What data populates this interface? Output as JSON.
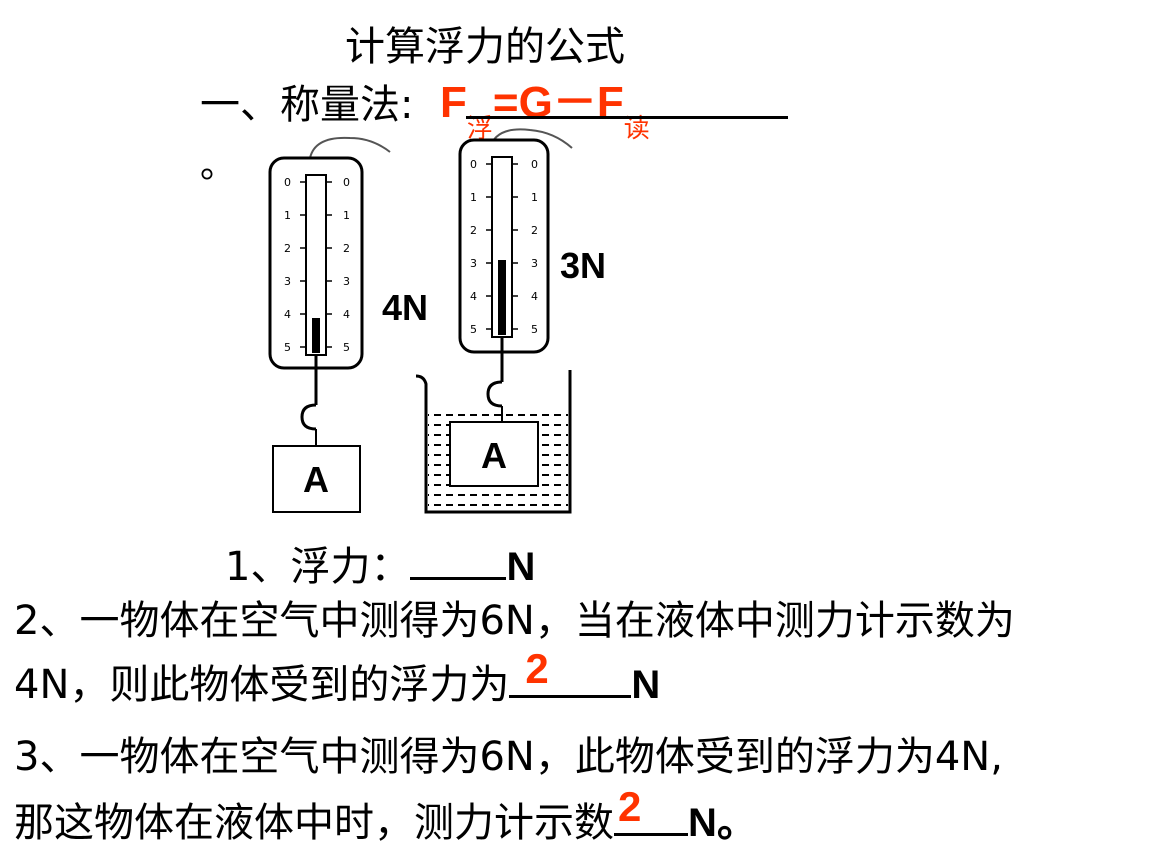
{
  "title": "计算浮力的公式",
  "method": {
    "label": "一、称量法:",
    "formula": {
      "f": "F",
      "sub_float": "浮",
      "eq": "=G－F",
      "sub_read": "读"
    },
    "period": "。"
  },
  "figure": {
    "left_reading": "4N",
    "right_reading": "3N",
    "left_block": "A",
    "right_block": "A",
    "scale_labels": [
      "0",
      "1",
      "2",
      "3",
      "4",
      "5"
    ]
  },
  "q1": {
    "prefix": "1、浮力：",
    "unit": "N"
  },
  "q2": {
    "line1": "2、一物体在空气中测得为6N，当在液体中测力计示数为",
    "line2_prefix": "4N，则此物体受到的浮力为",
    "answer": "2",
    "unit": "N"
  },
  "q3": {
    "line1": "3、一物体在空气中测得为6N，此物体受到的浮力为4N,",
    "line2_prefix": "那这物体在液体中时，测力计示数",
    "answer": "2",
    "unit": "N。"
  },
  "colors": {
    "accent": "#ff3300",
    "text": "#000000",
    "water_hatch": "#000000"
  }
}
